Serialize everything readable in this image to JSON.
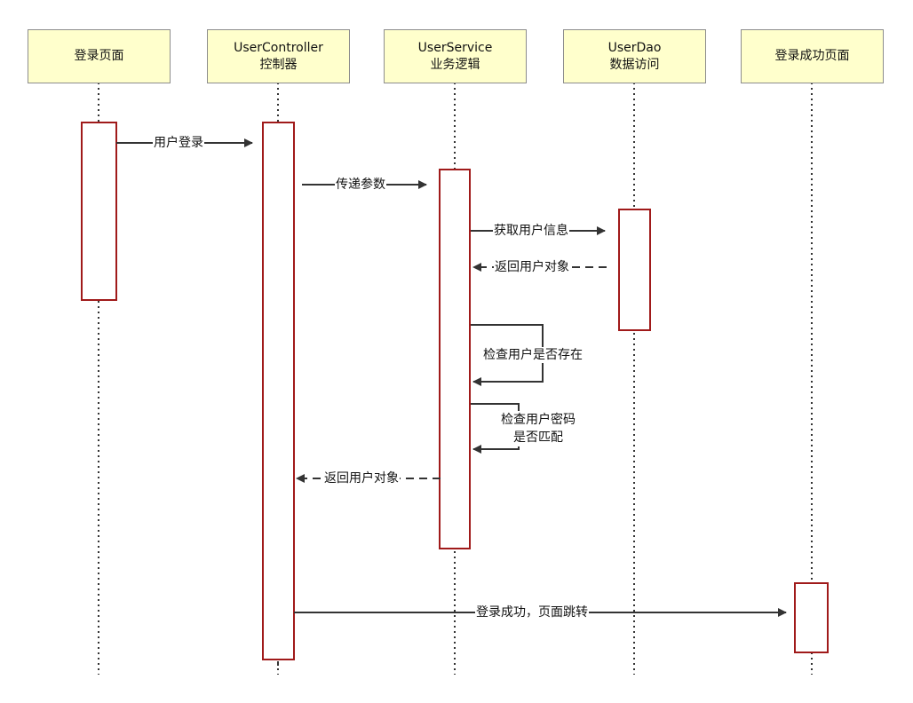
{
  "participants": [
    {
      "id": "login-page",
      "line1": "登录页面",
      "line2": ""
    },
    {
      "id": "user-controller",
      "line1": "UserController",
      "line2": "控制器"
    },
    {
      "id": "user-service",
      "line1": "UserService",
      "line2": "业务逻辑"
    },
    {
      "id": "user-dao",
      "line1": "UserDao",
      "line2": "数据访问"
    },
    {
      "id": "success-page",
      "line1": "登录成功页面",
      "line2": ""
    }
  ],
  "messages": {
    "user_login": "用户登录",
    "pass_params": "传递参数",
    "get_user_info": "获取用户信息",
    "return_user_obj_dao": "返回用户对象",
    "check_user_exists": "检查用户是否存在",
    "check_password_line1": "检查用户密码",
    "check_password_line2": "是否匹配",
    "return_user_obj_service": "返回用户对象",
    "login_success_redirect": "登录成功，页面跳转"
  },
  "colors": {
    "participant_fill": "#ffffcc",
    "participant_border": "#8c8c8c",
    "activation_border": "#a01a1a",
    "arrow": "#333333"
  }
}
